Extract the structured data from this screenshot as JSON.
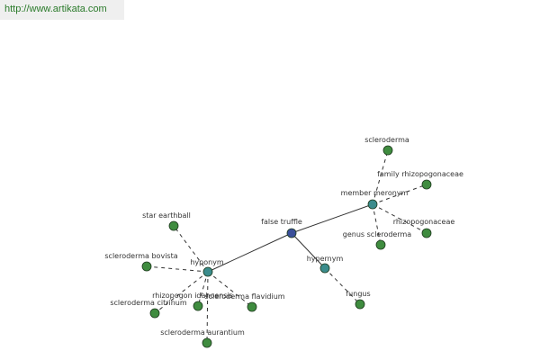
{
  "url_text": "http://www.artikata.com",
  "colors": {
    "center_node": "#3a4f9a",
    "relation_node": "#3b8c8c",
    "leaf_node": "#3f8c3f",
    "edge": "#333333",
    "node_stroke": "#1e3a1e"
  },
  "graph": {
    "center": {
      "id": "false-truffle",
      "label": "false truffle"
    },
    "relations": [
      {
        "id": "hyponym",
        "label": "hyponym",
        "targets": [
          "star earthball",
          "scleroderma bovista",
          "rhizopogon idahoensis",
          "scleroderma flavidium",
          "scleroderma citrinum",
          "scleroderma aurantium"
        ]
      },
      {
        "id": "hypernym",
        "label": "hypernym",
        "targets": [
          "fungus"
        ]
      },
      {
        "id": "member-meronym",
        "label": "member meronym",
        "targets": [
          "scleroderma",
          "family rhizopogonaceae",
          "rhizopogonaceae",
          "genus scleroderma"
        ]
      }
    ]
  }
}
